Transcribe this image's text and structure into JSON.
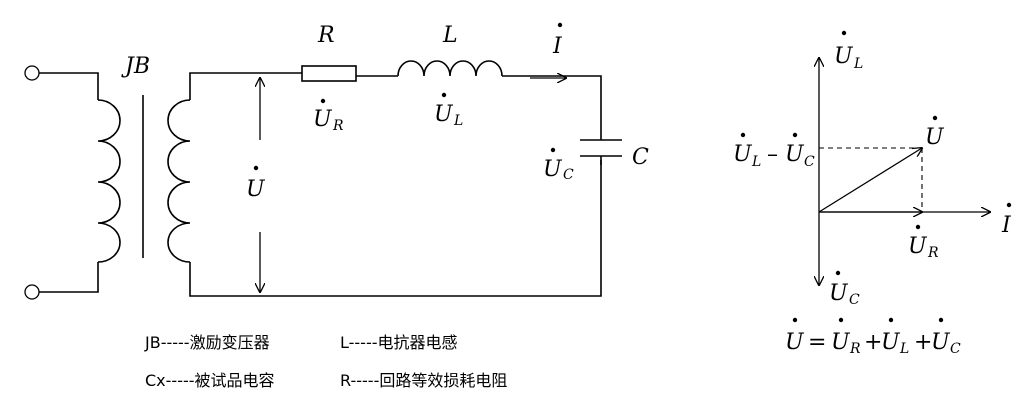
{
  "circuit": {
    "transformer_label": "JB",
    "resistor_label": "R",
    "inductor_label": "L",
    "capacitor_label": "C",
    "current_symbol": "I",
    "voltage_main": "U",
    "voltage_r": {
      "main": "U",
      "sub": "R"
    },
    "voltage_l": {
      "main": "U",
      "sub": "L"
    },
    "voltage_c": {
      "main": "U",
      "sub": "C"
    }
  },
  "phasor": {
    "ul": {
      "main": "U",
      "sub": "L"
    },
    "uc": {
      "main": "U",
      "sub": "C"
    },
    "ur": {
      "main": "U",
      "sub": "R"
    },
    "u": "U",
    "i": "I",
    "diff": {
      "a": "U",
      "a_sub": "L",
      "op": "–",
      "b": "U",
      "b_sub": "C"
    }
  },
  "equation": {
    "lhs": "U",
    "eq": "=",
    "t1": "U",
    "t1_sub": "R",
    "plus1": "+",
    "t2": "U",
    "t2_sub": "L",
    "plus2": "+",
    "t3": "U",
    "t3_sub": "C"
  },
  "legend": [
    "JB-----激励变压器",
    "L-----电抗器电感",
    "Cx-----被试品电容",
    "R-----回路等效损耗电阻"
  ]
}
